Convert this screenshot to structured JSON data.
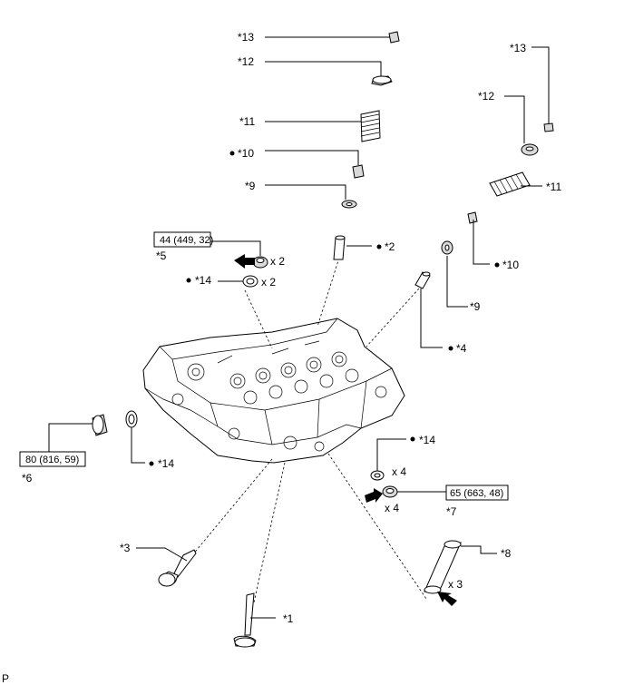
{
  "labels": {
    "c13_left": "*13",
    "c12_left": "*12",
    "c11_left": "*11",
    "c10_left": "*10",
    "c9_left": "*9",
    "c13_right": "*13",
    "c12_right": "*12",
    "c11_right": "*11",
    "c10_right": "*10",
    "c9_right": "*9",
    "c2": "*2",
    "c4": "*4",
    "c5": "*5",
    "c14_top": "*14",
    "c14_left": "*14",
    "c14_right": "*14",
    "c6": "*6",
    "c7": "*7",
    "c8": "*8",
    "c3": "*3",
    "c1": "*1",
    "figure_code": "P"
  },
  "quantities": {
    "x2_bolt": "x 2",
    "x2_gasket": "x 2",
    "x4_gasket": "x 4",
    "x4_bolt": "x 4",
    "x3_sleeve": "x 3"
  },
  "torques": {
    "t5": "44 (449, 32)",
    "t6": "80 (816, 59)",
    "t7": "65 (663, 48)"
  },
  "colors": {
    "line": "#000000",
    "part_fill": "#ffffff",
    "shade": "#d9d9d9"
  },
  "icons": {
    "non_reusable_marker": "black-dot",
    "apply_oil_marker": "black-arrow"
  }
}
